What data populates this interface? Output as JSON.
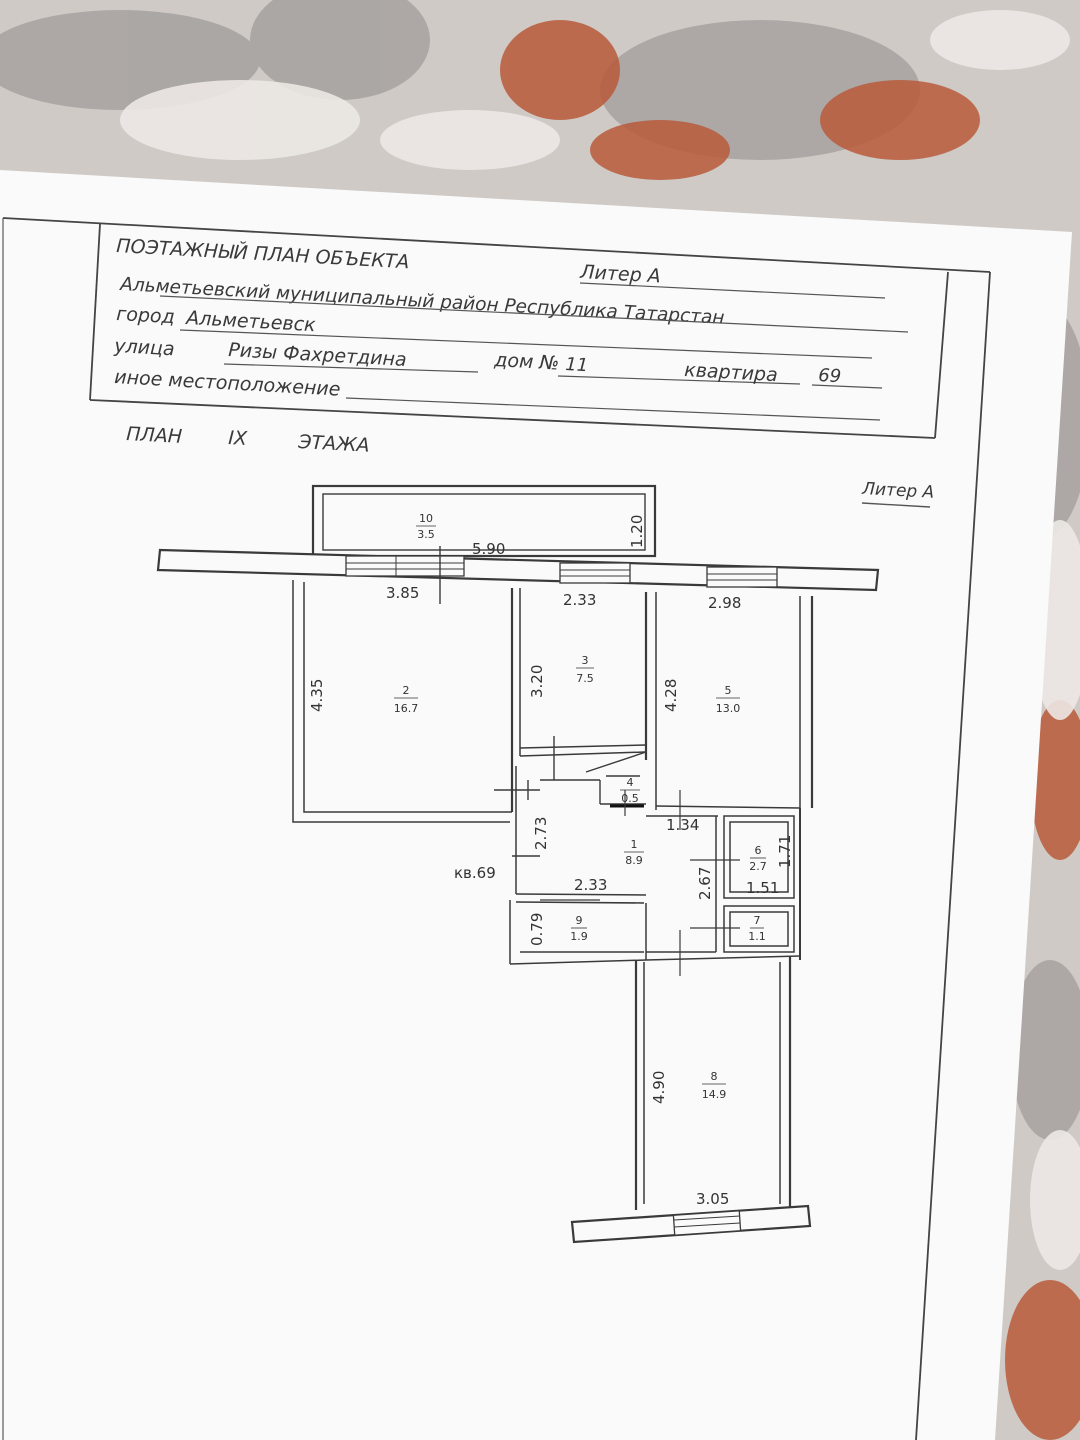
{
  "header": {
    "title": "ПОЭТАЖНЫЙ ПЛАН ОБЪЕКТА",
    "liter_label": "Литер А",
    "district": "Альметьевский муниципальный район Республика Татарстан",
    "city_label": "город",
    "city": "Альметьевск",
    "street_label": "улица",
    "street": "Ризы Фахретдина",
    "house_label": "дом №",
    "house": "11",
    "apartment_label": "квартира",
    "apartment": "69",
    "other_label": "иное местоположение"
  },
  "plan": {
    "plan_word": "ПЛАН",
    "floor": "IX",
    "floor_word": "ЭТАЖА",
    "liter": "Литер А",
    "apartment_label": "кв.69"
  },
  "rooms": [
    {
      "number": "1",
      "area": "8.9"
    },
    {
      "number": "2",
      "area": "16.7"
    },
    {
      "number": "3",
      "area": "7.5"
    },
    {
      "number": "4",
      "area": "0.5"
    },
    {
      "number": "5",
      "area": "13.0"
    },
    {
      "number": "6",
      "area": "2.7"
    },
    {
      "number": "7",
      "area": "1.1"
    },
    {
      "number": "8",
      "area": "14.9"
    },
    {
      "number": "9",
      "area": "1.9"
    },
    {
      "number": "10",
      "area": "3.5"
    }
  ],
  "dimensions": {
    "balcony_length": "5.90",
    "balcony_depth": "1.20",
    "room2_width": "3.85",
    "room2_depth": "4.35",
    "room3_width": "2.33",
    "room3_depth": "3.20",
    "room5_width": "2.98",
    "room5_depth": "4.28",
    "hall_height": "2.73",
    "hall_width": "2.33",
    "hall_right_width": "1.34",
    "hall_right_height": "2.67",
    "room6_width": "1.51",
    "room6_height": "1.71",
    "room9_height": "0.79",
    "room8_depth": "4.90",
    "room8_width": "3.05"
  },
  "colors": {
    "paper": "#fafafa",
    "ink": "#3a3a3a",
    "carpet_orange": "#b85a3a",
    "carpet_grey": "#a8a4a2"
  }
}
